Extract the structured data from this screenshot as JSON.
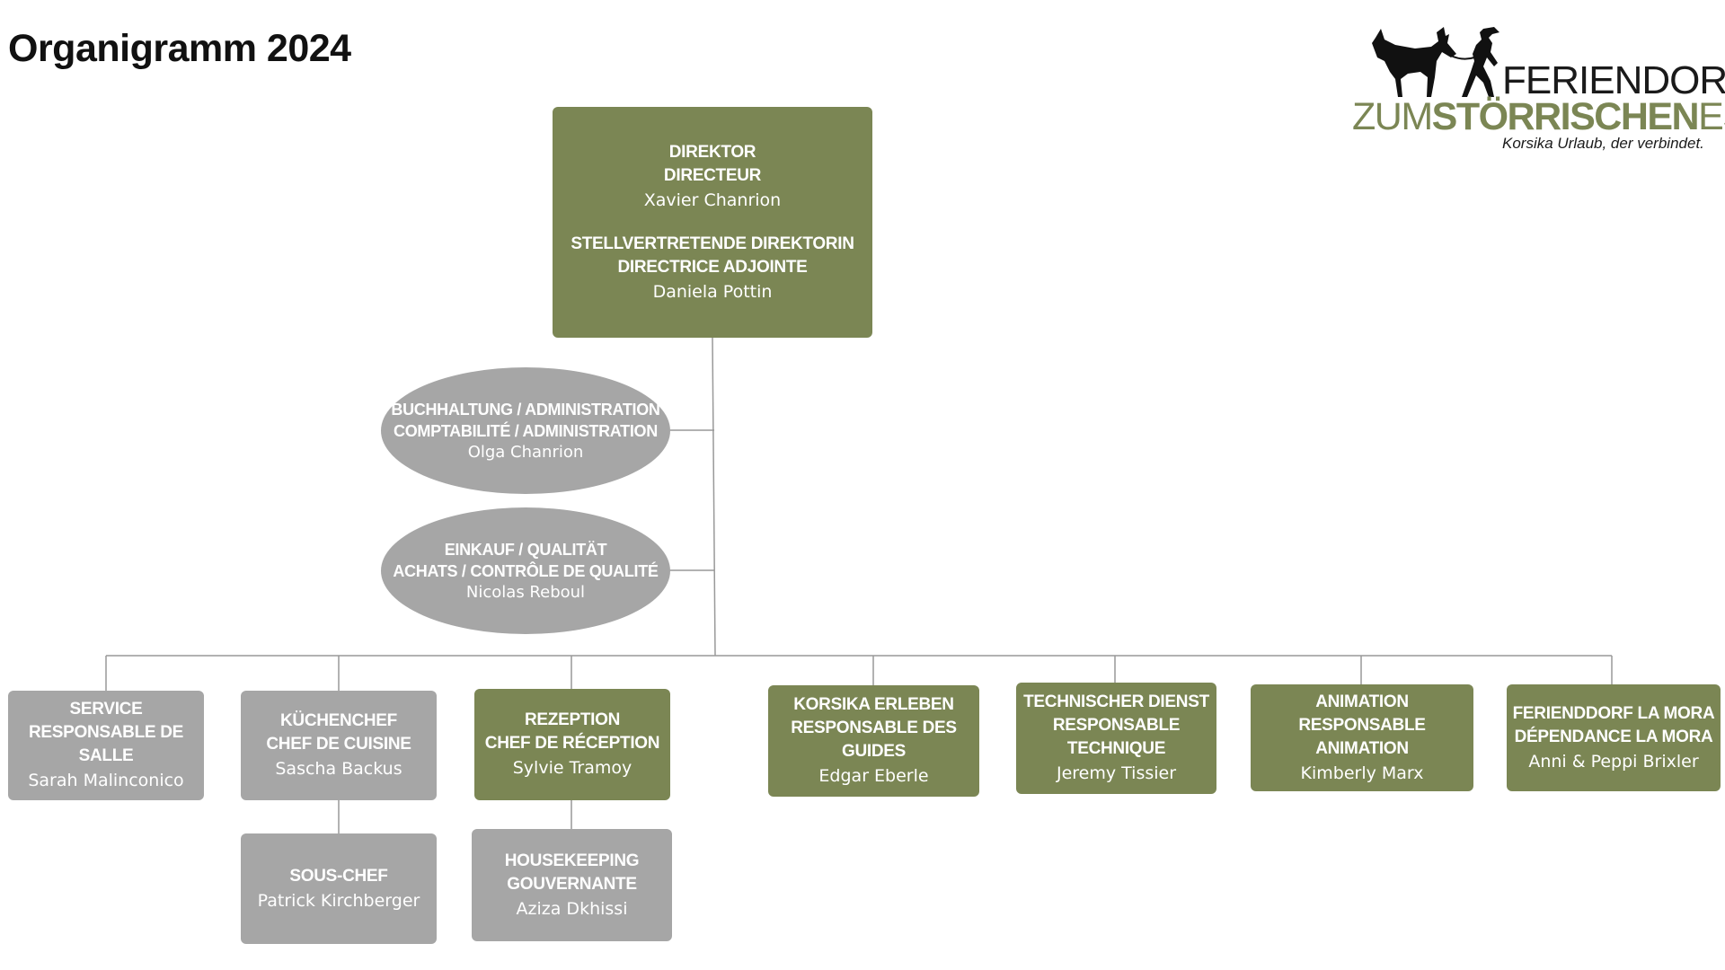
{
  "page": {
    "title": "Organigramm 2024"
  },
  "logo": {
    "line1": "FERIENDORF",
    "line2a": "ZUM",
    "line2b": "STÖRRISCHEN",
    "line2c": "ESEL",
    "tagline": "Korsika Urlaub, der verbindet."
  },
  "colors": {
    "green": "#7b8654",
    "grey": "#a6a6a6",
    "line": "#999999"
  },
  "director": {
    "title_de": "DIREKTOR",
    "title_fr": "DIRECTEUR",
    "name": "Xavier Chanrion",
    "deputy_de": "STELLVERTRETENDE DIREKTORIN",
    "deputy_fr": "DIRECTRICE ADJOINTE",
    "deputy_name": "Daniela Pottin"
  },
  "staff": [
    {
      "line1": "BUCHHALTUNG / ADMINISTRATION",
      "line2": "COMPTABILITÉ / ADMINISTRATION",
      "name": "Olga Chanrion"
    },
    {
      "line1": "EINKAUF / QUALITÄT",
      "line2": "ACHATS / CONTRÔLE DE QUALITÉ",
      "name": "Nicolas Reboul"
    }
  ],
  "departments": [
    {
      "line1": "SERVICE",
      "line2": "RESPONSABLE DE SALLE",
      "name": "Sarah Malinconico",
      "color": "grey"
    },
    {
      "line1": "KÜCHENCHEF",
      "line2": "CHEF DE CUISINE",
      "name": "Sascha Backus",
      "color": "grey"
    },
    {
      "line1": "REZEPTION",
      "line2": "CHEF DE RÉCEPTION",
      "name": "Sylvie Tramoy",
      "color": "green"
    },
    {
      "line1": "KORSIKA ERLEBEN",
      "line2": "RESPONSABLE DES GUIDES",
      "name": "Edgar Eberle",
      "color": "green"
    },
    {
      "line1": "TECHNISCHER DIENST",
      "line2": "RESPONSABLE TECHNIQUE",
      "name": "Jeremy Tissier",
      "color": "green"
    },
    {
      "line1": "ANIMATION",
      "line2": "RESPONSABLE ANIMATION",
      "name": "Kimberly Marx",
      "color": "green"
    },
    {
      "line1": "FERIENDDORF LA MORA",
      "line2": "DÉPENDANCE LA MORA",
      "name": "Anni & Peppi Brixler",
      "color": "green"
    }
  ],
  "sub": [
    {
      "line1": "SOUS-CHEF",
      "name": "Patrick Kirchberger",
      "color": "grey"
    },
    {
      "line1": "HOUSEKEEPING",
      "line2": "GOUVERNANTE",
      "name": "Aziza Dkhissi",
      "color": "grey"
    }
  ]
}
